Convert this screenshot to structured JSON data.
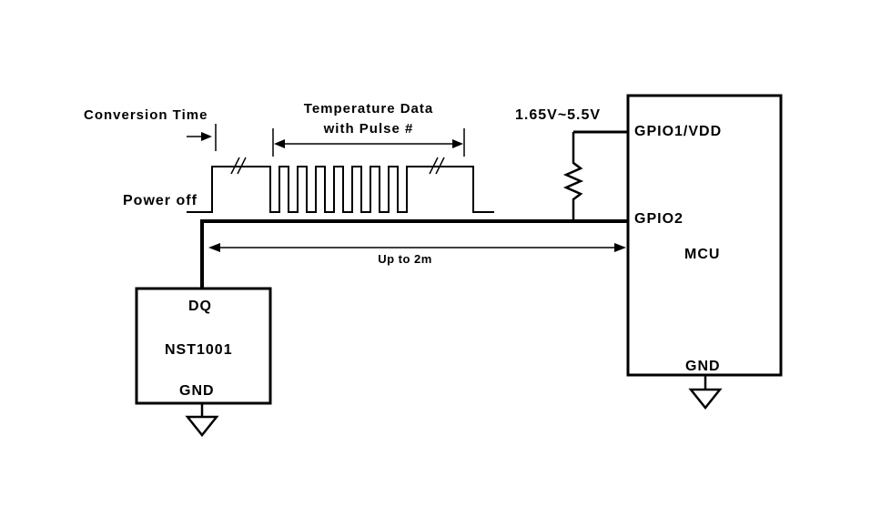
{
  "diagram": {
    "labels": {
      "conversion_time": "Conversion Time",
      "temperature_data_line1": "Temperature Data",
      "temperature_data_line2": "with Pulse #",
      "supply_voltage": "1.65V~5.5V",
      "power_off": "Power off",
      "cable_length": "Up to 2m"
    },
    "sensor": {
      "pin_dq": "DQ",
      "name": "NST1001",
      "pin_gnd": "GND"
    },
    "mcu": {
      "pin_gpio1_vdd": "GPIO1/VDD",
      "pin_gpio2": "GPIO2",
      "name": "MCU",
      "pin_gnd": "GND"
    },
    "colors": {
      "line": "#000000",
      "background": "#ffffff"
    }
  }
}
